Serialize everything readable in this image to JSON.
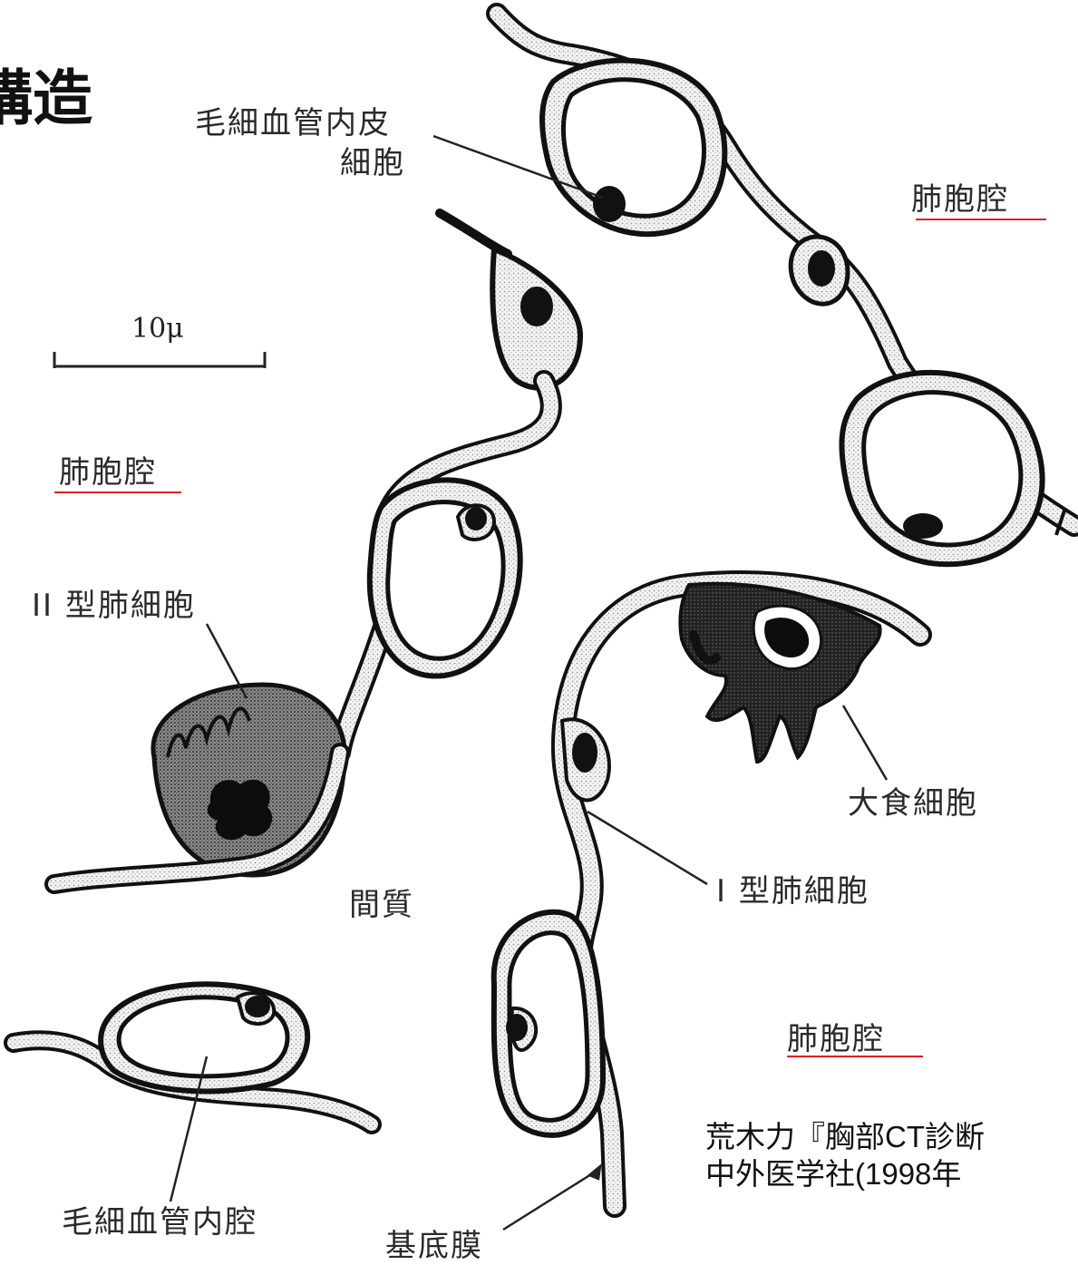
{
  "title_fragment": "構造",
  "scale_bar": {
    "label": "10μ"
  },
  "labels": {
    "capillary_endothelial_line1": "毛細血管内皮",
    "capillary_endothelial_line2": "細胞",
    "alveolar_space_top_right": "肺胞腔",
    "alveolar_space_left": "肺胞腔",
    "alveolar_space_bottom_right": "肺胞腔",
    "type2_cell": "II 型肺細胞",
    "macrophage": "大食細胞",
    "type1_cell": "I 型肺細胞",
    "interstitium": "間質",
    "capillary_lumen": "毛細血管内腔",
    "basement_membrane": "基底膜"
  },
  "citation": {
    "line1": "荒木力『胸部CT診断",
    "line2": "中外医学社(1998年"
  },
  "colors": {
    "accent_underline": "#e02020",
    "ink": "#111111",
    "stipple": "#cfcfcf"
  }
}
